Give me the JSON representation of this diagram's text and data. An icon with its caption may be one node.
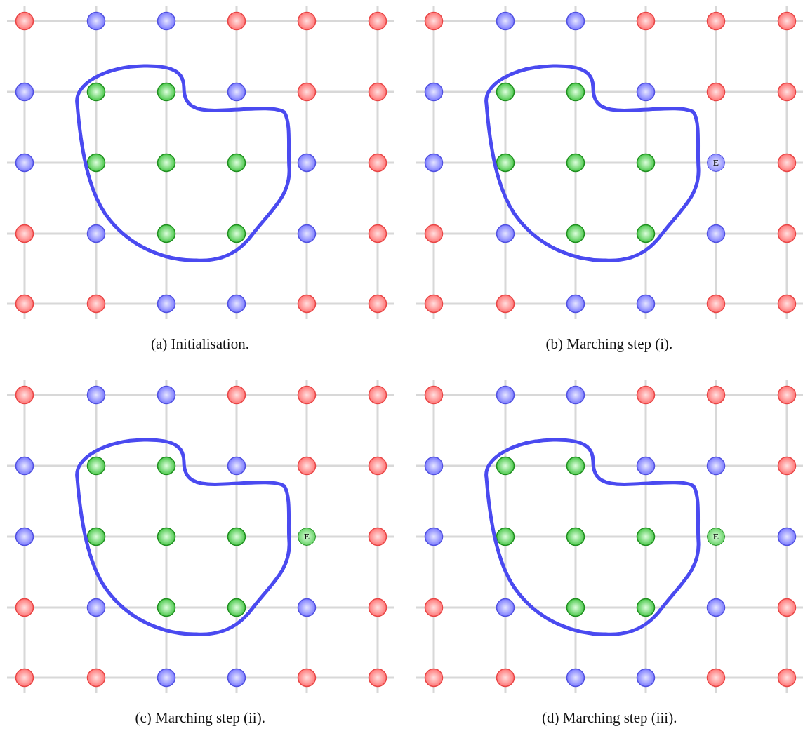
{
  "diagram": {
    "nodes": [
      {
        "text": [
          "E"
        ]
      },
      {
        "text": [
          "E"
        ]
      },
      {
        "text": [
          "E"
        ]
      }
    ],
    "labels": [
      "(a)  Initialisation.",
      "(b)  Marching step (i).",
      "(c)  Marching step (ii).",
      "(d)  Marching step (iii)."
    ]
  }
}
